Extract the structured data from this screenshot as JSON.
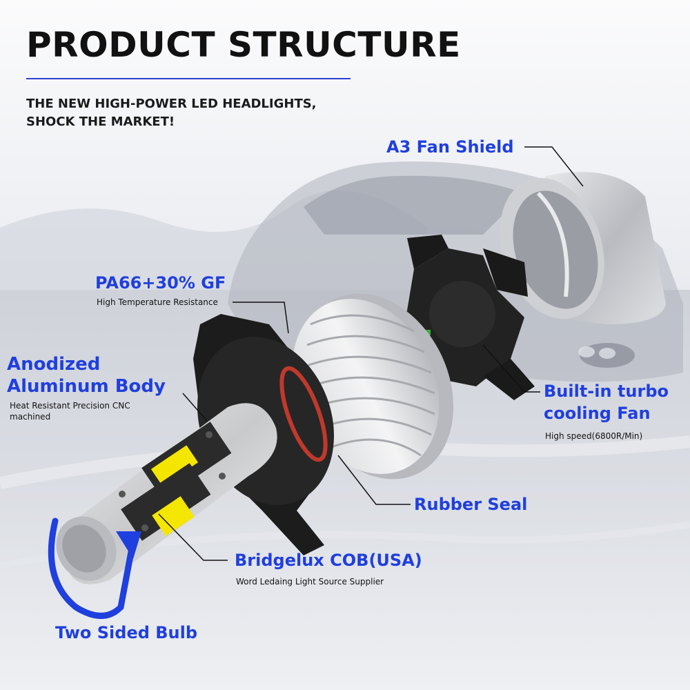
{
  "header": {
    "title": "PRODUCT STRUCTURE",
    "subtitle": "THE NEW HIGH-POWER LED HEADLIGHTS, SHOCK THE MARKET!"
  },
  "callouts": {
    "fan_shield": {
      "label": "A3 Fan Shield"
    },
    "pa66": {
      "label": "PA66+30% GF",
      "detail": "High Temperature Resistance"
    },
    "anodized": {
      "label": "Anodized Aluminum Body",
      "detail": "Heat Resistant Precision CNC machined"
    },
    "turbo_fan": {
      "label": "Built-in turbo cooling Fan",
      "detail": "High speed(6800R/Min)"
    },
    "rubber_seal": {
      "label": "Rubber Seal"
    },
    "cob": {
      "label": "Bridgelux COB(USA)",
      "detail": "Word Ledaing Light Source Supplier"
    },
    "two_sided": {
      "label": "Two Sided Bulb"
    }
  },
  "colors": {
    "accent": "#1f3fde",
    "title": "#111111",
    "led_yellow": "#f5e600"
  }
}
